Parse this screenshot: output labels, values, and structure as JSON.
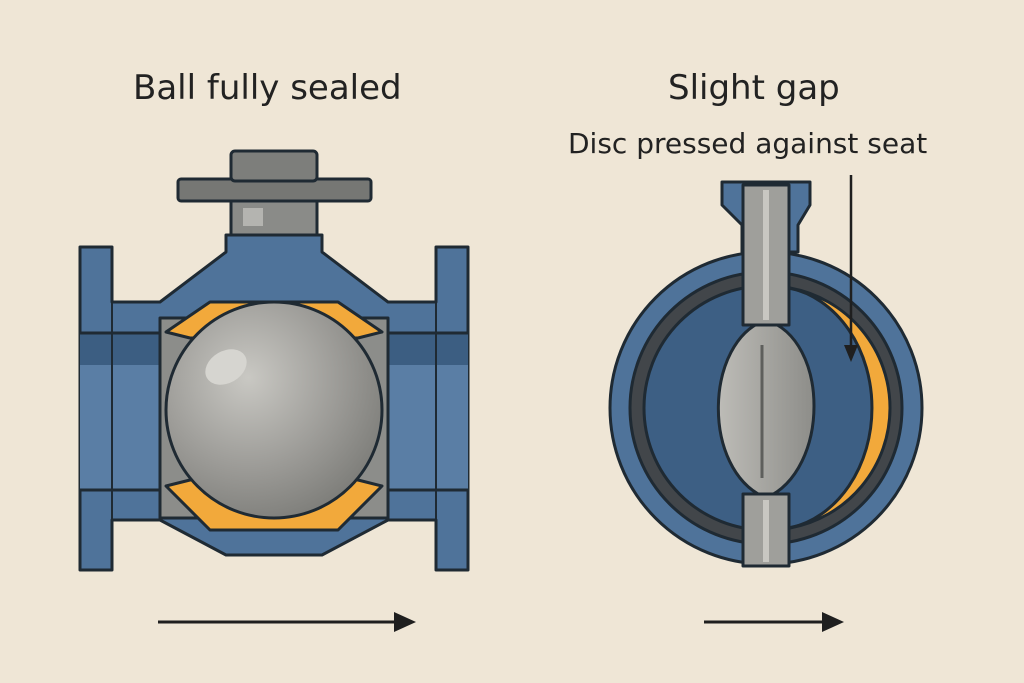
{
  "left": {
    "title": "Ball fully sealed"
  },
  "right": {
    "title": "Slight gap",
    "annotation": "Disc pressed against seat"
  },
  "colors": {
    "background": "#efe6d6",
    "body_blue": "#4f739a",
    "body_blue_dark": "#3c5e82",
    "seat_orange": "#f2a93b",
    "metal_gray": "#9a9a96",
    "metal_dark": "#6f706d",
    "outline": "#1f2a33"
  },
  "icons": {
    "ball_valve": "ball-valve-cross-section",
    "butterfly_valve": "butterfly-valve-cross-section",
    "flow_arrow": "arrow-right-icon"
  }
}
